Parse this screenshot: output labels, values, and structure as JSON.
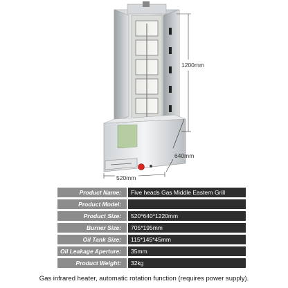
{
  "dimensions": {
    "height_label": "1200mm",
    "depth_label": "640mm",
    "width_label": "520mm"
  },
  "specs": [
    {
      "label": "Product Name:",
      "value": "Five heads Gas Middle Eastern Grill"
    },
    {
      "label": "Product Model:",
      "value": ""
    },
    {
      "label": "Product Size:",
      "value": "520*640*1220mm"
    },
    {
      "label": "Burner Size:",
      "value": "705*195mm"
    },
    {
      "label": "Oil Tank Size:",
      "value": "115*145*45mm"
    },
    {
      "label": "Oil Leakage Aperture:",
      "value": "35mm"
    },
    {
      "label": "Product Weight:",
      "value": "32kg"
    }
  ],
  "caption": "Gas infrared heater, automatic rotation function (requires power supply).",
  "colors": {
    "label_bg": "#8c8c8c",
    "value_bg": "#2d2d2d",
    "knob_red": "#d8261e"
  }
}
